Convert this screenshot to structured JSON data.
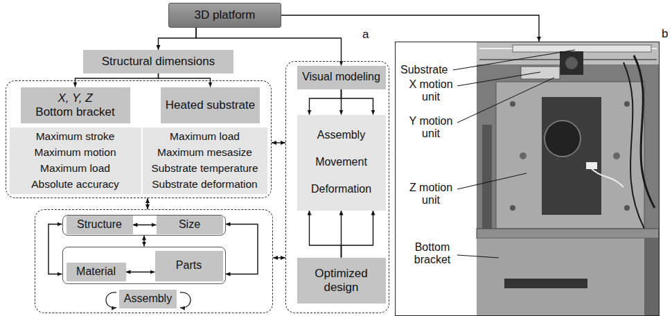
{
  "diagram": {
    "nodes": [
      {
        "text": [
          "3D platform"
        ]
      },
      {
        "text": [
          "Structural dimensions"
        ]
      },
      {
        "text": []
      },
      {
        "text": [
          "X, Y, Z",
          "Bottom bracket"
        ],
        "in": 2
      },
      {
        "text": [
          "Maximum stroke",
          "Maximum motion",
          "Maximum load",
          "Absolute accuracy"
        ],
        "in": 2
      },
      {
        "text": [
          "Heated substrate"
        ],
        "in": 2
      },
      {
        "text": [
          "Maximum load",
          "Maximum mesasize",
          "Substrate temperature",
          "Substrate deformation"
        ],
        "in": 2
      },
      {
        "text": []
      },
      {
        "text": [
          "Visual modeling"
        ],
        "in": 7
      },
      {
        "text": [
          "Assembly",
          "Movement",
          "Deformation"
        ],
        "in": 7
      },
      {
        "text": [
          "Optimized design"
        ],
        "in": 7
      },
      {
        "text": []
      },
      {
        "text": [],
        "in": 11
      },
      {
        "text": [
          "Structure"
        ],
        "in": 12
      },
      {
        "text": [
          "Size"
        ],
        "in": 12
      },
      {
        "text": [],
        "in": 11
      },
      {
        "text": [
          "Material"
        ],
        "in": 15
      },
      {
        "text": [
          "Parts"
        ],
        "in": 15
      },
      {
        "text": [
          "Assembly"
        ],
        "in": 11
      },
      {
        "text": [
          "b"
        ]
      }
    ],
    "edges": [
      {
        "from": 0,
        "to": 1,
        "arrow": "to"
      },
      {
        "from": 0,
        "to": 8,
        "arrow": "to"
      },
      {
        "from": 0,
        "to": 19,
        "arrow": "to"
      },
      {
        "from": 1,
        "to": 3,
        "arrow": "to"
      },
      {
        "from": 1,
        "to": 5,
        "arrow": "to"
      },
      {
        "from": 2,
        "to": 7,
        "arrow": "both"
      },
      {
        "from": 2,
        "to": 11,
        "arrow": "both"
      },
      {
        "from": 11,
        "to": 7,
        "arrow": "both"
      },
      {
        "from": 13,
        "to": 14,
        "arrow": "both"
      },
      {
        "from": 12,
        "to": 15,
        "arrow": "both"
      },
      {
        "from": 12,
        "to": 15,
        "arrow": "both"
      },
      {
        "from": 12,
        "to": 15,
        "arrow": "both"
      },
      {
        "from": 16,
        "to": 17,
        "arrow": "both"
      },
      {
        "from": 8,
        "to": 9,
        "arrow": "to"
      },
      {
        "from": 10,
        "to": 9,
        "arrow": "to"
      }
    ],
    "labels": [
      "a",
      "Substrate",
      "X motion unit",
      "Y motion unit",
      "Z motion unit",
      "Bottom bracket"
    ]
  }
}
